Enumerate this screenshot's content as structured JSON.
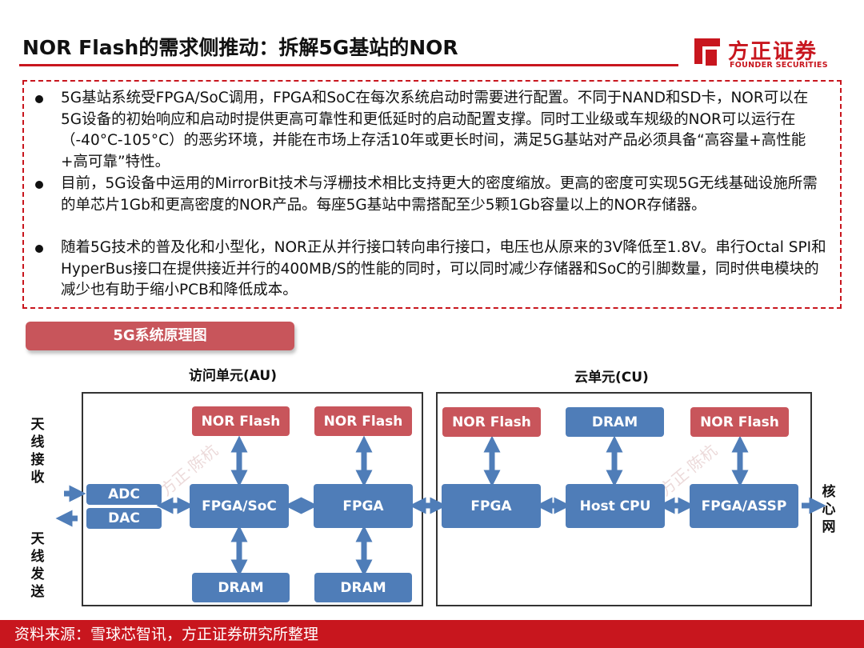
{
  "header": {
    "title": "NOR Flash的需求侧推动：拆解5G基站的NOR"
  },
  "logo": {
    "name_cn": "方正证券",
    "name_en": "FOUNDER SECURITIES"
  },
  "bullets": [
    "5G基站系统受FPGA/SoC调用，FPGA和SoC在每次系统启动时需要进行配置。不同于NAND和SD卡，NOR可以在5G设备的初始响应和启动时提供更高可靠性和更低延时的启动配置支撑。同时工业级或车规级的NOR可以运行在（-40°C-105°C）的恶劣环境，并能在市场上存活10年或更长时间，满足5G基站对产品必须具备“高容量+高性能+高可靠”特性。",
    "目前，5G设备中运用的MirrorBit技术与浮栅技术相比支持更大的密度缩放。更高的密度可实现5G无线基础设施所需的单芯片1Gb和更高密度的NOR产品。每座5G基站中需搭配至少5颗1Gb容量以上的NOR存储器。",
    "随着5G技术的普及化和小型化，NOR正从并行接口转向串行接口，电压也从原来的3V降低至1.8V。串行Octal SPI和HyperBus接口在提供接近并行的400MB/S的性能的同时，可以同时减少存储器和SoC的引脚数量，同时供电模块的减少也有助于缩小PCB和降低成本。"
  ],
  "diagram": {
    "section_title": "5G系统原理图",
    "au_label": "访问单元(AU)",
    "cu_label": "云单元(CU)",
    "antenna_rx": "天线接收",
    "antenna_tx": "天线发送",
    "core_network": "核心网",
    "nodes": {
      "au_nor1": "NOR Flash",
      "au_nor2": "NOR Flash",
      "adc": "ADC",
      "dac": "DAC",
      "au_fpga_soc": "FPGA/SoC",
      "au_fpga": "FPGA",
      "au_dram1": "DRAM",
      "au_dram2": "DRAM",
      "cu_nor1": "NOR Flash",
      "cu_dram": "DRAM",
      "cu_nor2": "NOR Flash",
      "cu_fpga": "FPGA",
      "cu_host_cpu": "Host CPU",
      "cu_fpga_assp": "FPGA/ASSP"
    },
    "colors": {
      "memory": "#c8555b",
      "processor": "#4f7db8",
      "accent": "#c8161e"
    }
  },
  "watermark": "方正·陈杭",
  "footer": {
    "source": "资料来源：雪球芯智讯，方正证券研究所整理"
  }
}
